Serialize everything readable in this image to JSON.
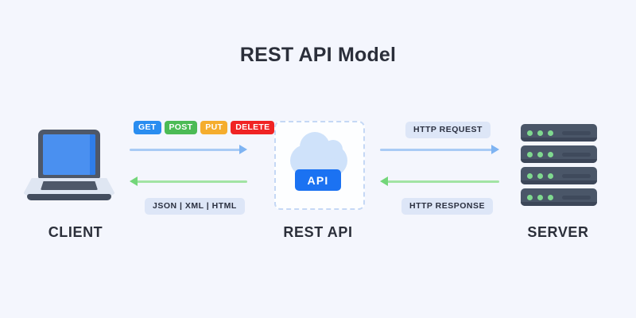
{
  "page": {
    "title": "REST API Model",
    "background_color": "#f4f6fd"
  },
  "nodes": {
    "client": {
      "label": "CLIENT",
      "icon": "laptop-icon"
    },
    "api": {
      "label": "REST API",
      "icon": "cloud-icon",
      "badge_text": "API",
      "badge_color": "#1b72f2"
    },
    "server": {
      "label": "SERVER",
      "icon": "server-rack-icon",
      "rack_count": 4,
      "leds_per_rack": 3,
      "led_color": "#7fd98f"
    }
  },
  "http_methods": [
    {
      "label": "GET",
      "color": "#2a8df0"
    },
    {
      "label": "POST",
      "color": "#4cbb55"
    },
    {
      "label": "PUT",
      "color": "#f5ad2e"
    },
    {
      "label": "DELETE",
      "color": "#f02424"
    }
  ],
  "pills": {
    "formats": "JSON  |  XML  |  HTML",
    "http_request": "HTTP REQUEST",
    "http_response": "HTTP RESPONSE"
  },
  "arrows": {
    "request_color": "#a9cbf5",
    "response_color": "#a2e3a4",
    "client_to_api": "request",
    "api_to_client": "response",
    "api_to_server": "request",
    "server_to_api": "response"
  }
}
